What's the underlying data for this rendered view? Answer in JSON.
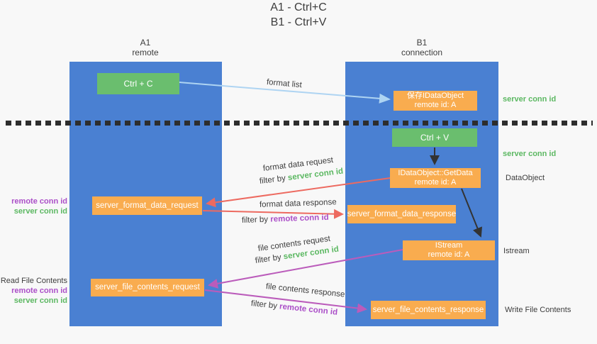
{
  "title": {
    "line1": "A1 - Ctrl+C",
    "line2": "B1 - Ctrl+V"
  },
  "lanes": {
    "left": {
      "name": "A1",
      "subtitle": "remote"
    },
    "right": {
      "name": "B1",
      "subtitle": "connection"
    }
  },
  "nodes": {
    "ctrl_c": {
      "label": "Ctrl + C"
    },
    "ctrl_v": {
      "label": "Ctrl + V"
    },
    "save_dataobject": {
      "line1": "保存IDataObject",
      "line2": "remote id: A"
    },
    "getdata": {
      "line1": "IDataObject::GetData",
      "line2": "remote id: A"
    },
    "istream": {
      "line1": "IStream",
      "line2": "remote id: A"
    },
    "format_request": {
      "label": "server_format_data_request"
    },
    "format_response": {
      "label": "server_format_data_response"
    },
    "file_request": {
      "label": "server_file_contents_request"
    },
    "file_response": {
      "label": "server_file_contents_response"
    }
  },
  "edge_labels": {
    "format_list": "format list",
    "format_data_request": "format data request",
    "format_data_request_filter_prefix": "filter by",
    "format_data_request_filter_key": "server conn id",
    "format_data_response": "format data response",
    "format_data_response_filter_prefix": "filter by",
    "format_data_response_filter_key": "remote conn id",
    "file_contents_request": "file contents request",
    "file_contents_request_filter_prefix": "filter by",
    "file_contents_request_filter_key": "server conn id",
    "file_contents_response": "file contents response",
    "file_contents_response_filter_prefix": "filter by",
    "file_contents_response_filter_key": "remote conn id"
  },
  "annotations": {
    "left_mid": {
      "remote": "remote conn id",
      "server": "server conn id"
    },
    "left_bottom": {
      "title": "Read File Contents",
      "remote": "remote conn id",
      "server": "server conn id"
    },
    "right_top_server": "server conn id",
    "right_mid_server": "server conn id",
    "right_dataobject": "DataObject",
    "right_istream": "Istream",
    "right_write": "Write File Contents"
  },
  "colors": {
    "lane_blue": "#4a80d2",
    "node_green": "#6abe6e",
    "node_orange": "#f9ac4f",
    "text_green": "#5cb862",
    "text_purple": "#ab4fc8",
    "arrow_red": "#ed6a60",
    "arrow_purple": "#bb5cbb",
    "arrow_light_blue": "#aed4f2",
    "arrow_black": "#333333",
    "dashed_line": "#2d2d2d"
  }
}
